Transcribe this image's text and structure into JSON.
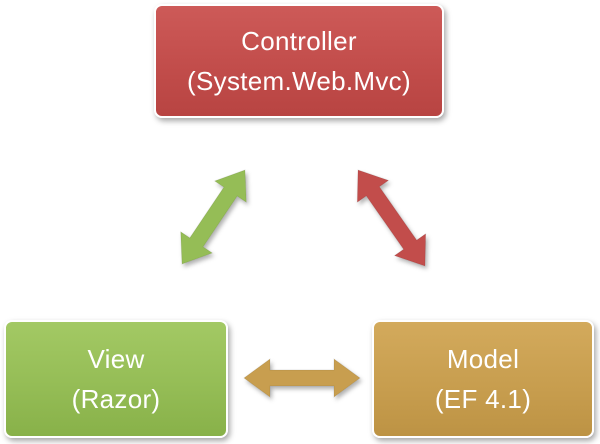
{
  "nodes": {
    "controller": {
      "title": "Controller",
      "subtitle": "(System.Web.Mvc)",
      "color": "#c24d4b"
    },
    "view": {
      "title": "View",
      "subtitle": "(Razor)",
      "color": "#95bd56"
    },
    "model": {
      "title": "Model",
      "subtitle": "(EF 4.1)",
      "color": "#c89e4f"
    }
  },
  "connections": [
    {
      "from": "view",
      "to": "controller",
      "type": "double-arrow",
      "color": "#95bd56"
    },
    {
      "from": "controller",
      "to": "model",
      "type": "double-arrow",
      "color": "#c24d4b"
    },
    {
      "from": "view",
      "to": "model",
      "type": "double-arrow",
      "color": "#c89e4f"
    }
  ]
}
